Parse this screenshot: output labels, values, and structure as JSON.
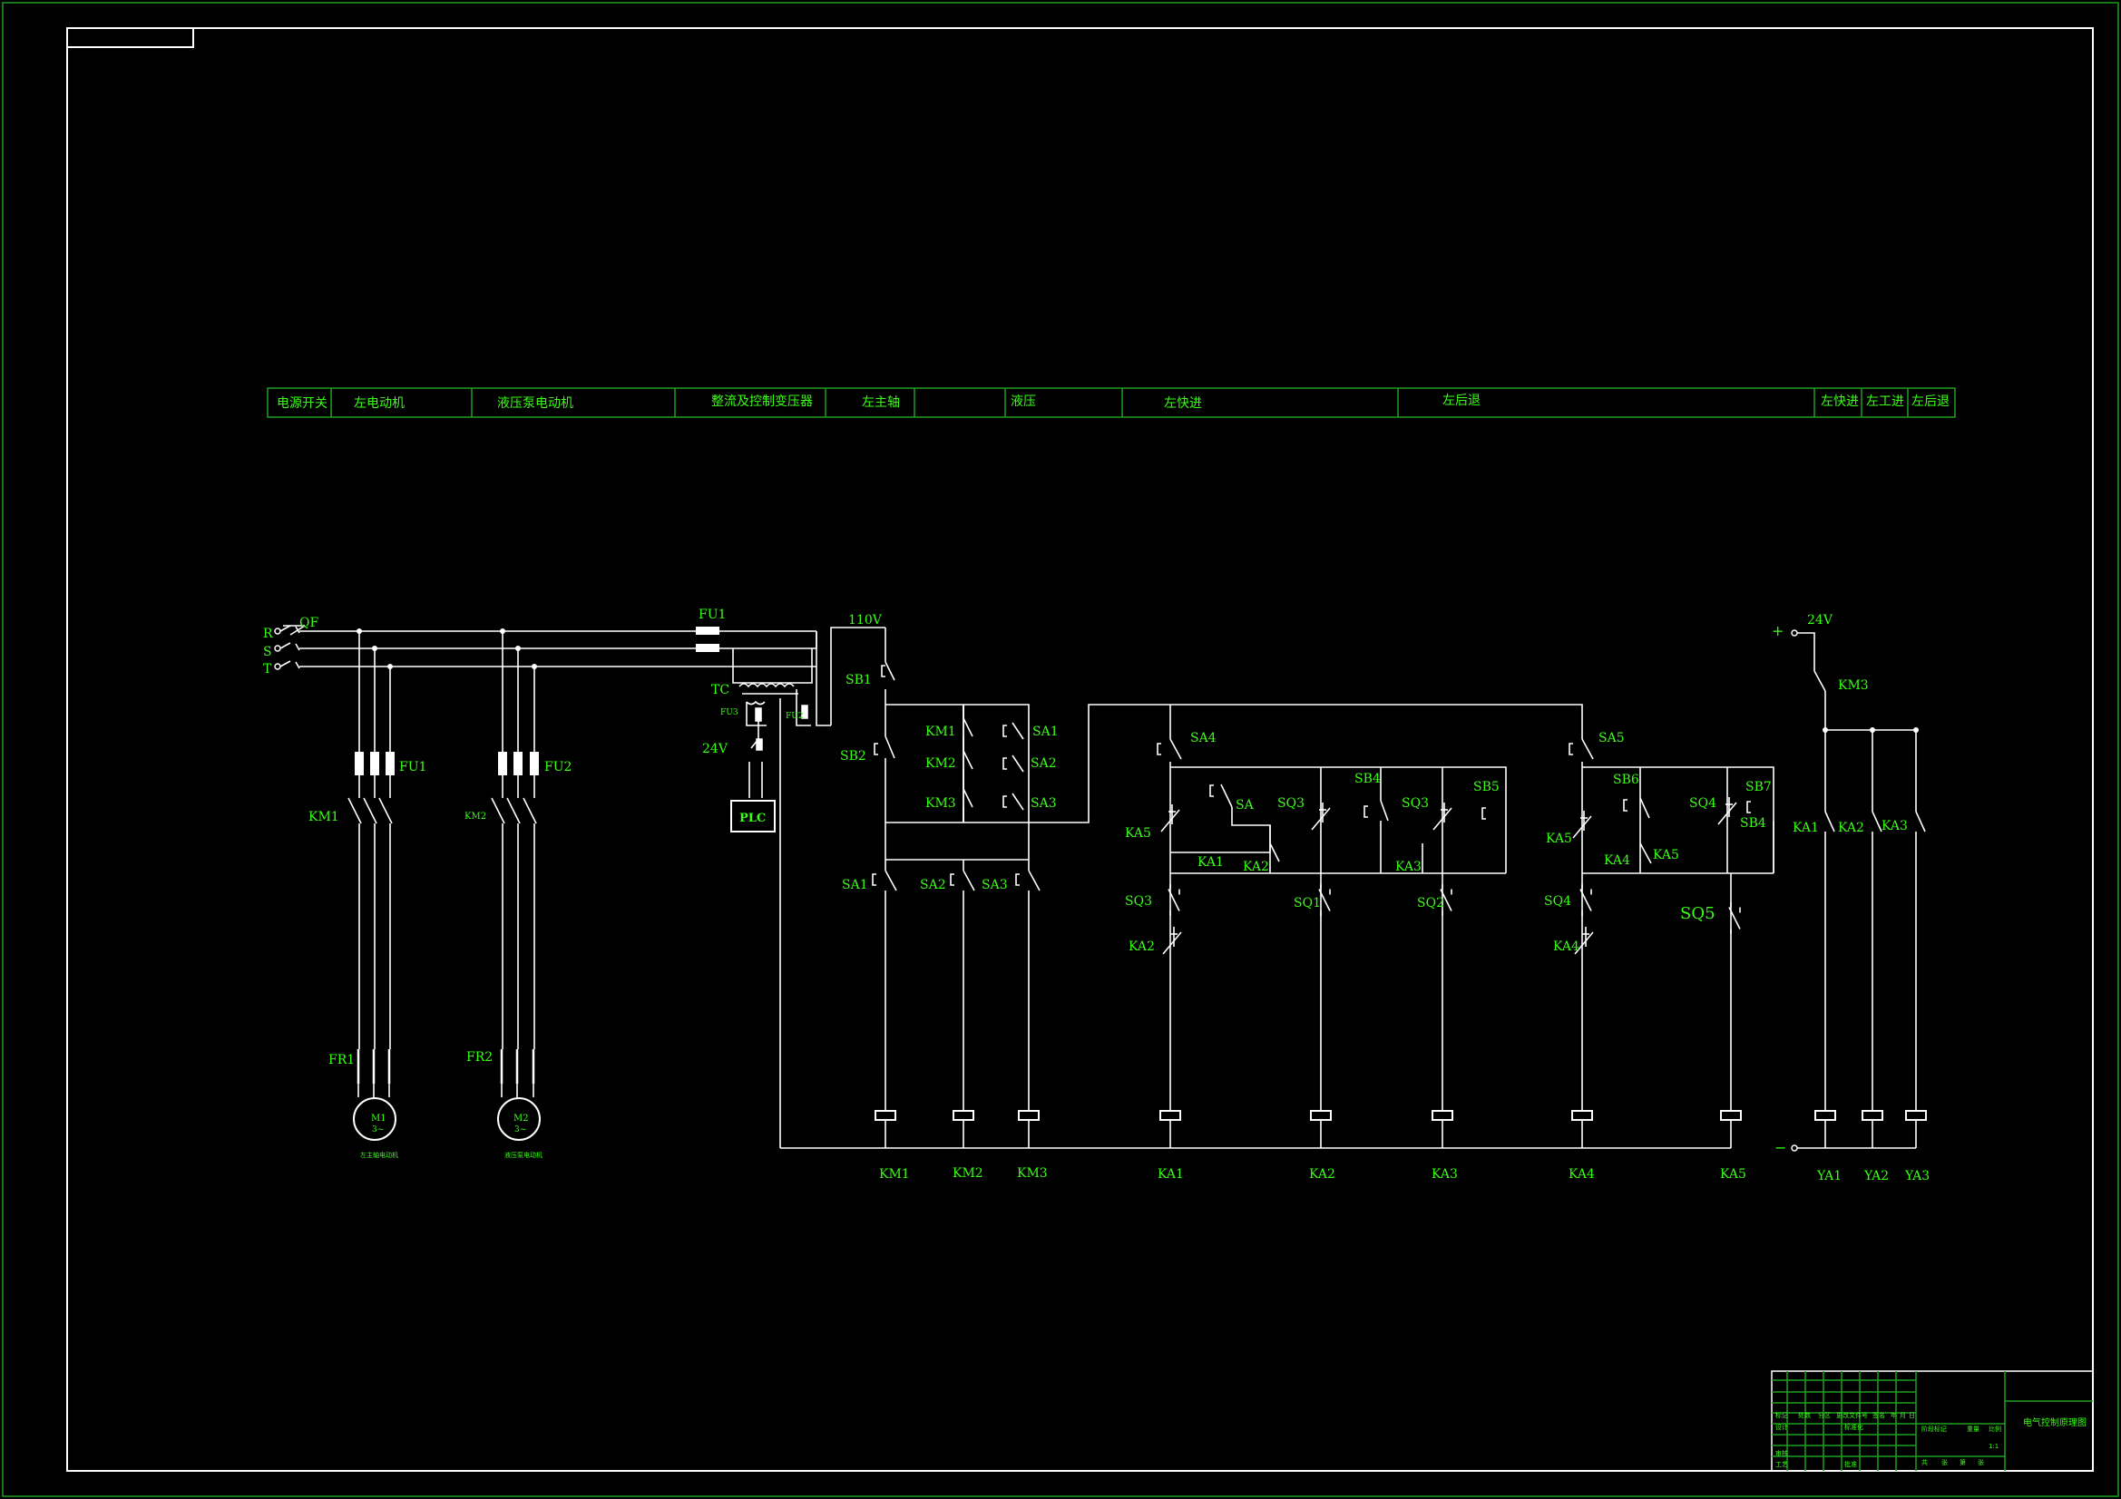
{
  "header_cells": [
    "电源开关",
    "左电动机",
    "液压泵电动机",
    "整流及控制变压器",
    "左主轴",
    "",
    "液压",
    "左快进",
    "左后退",
    "左快进",
    "左工进",
    "左后退"
  ],
  "power": {
    "phases": [
      "R",
      "S",
      "T"
    ],
    "breaker": "QF"
  },
  "motor_circuit": {
    "fuses": [
      "FU1",
      "FU2"
    ],
    "contactors": [
      "KM1",
      "KM2"
    ],
    "relays": [
      "FR1",
      "FR2"
    ],
    "motors": [
      {
        "label": "M1",
        "phase": "3~",
        "caption": "左主轴电动机"
      },
      {
        "label": "M2",
        "phase": "3~",
        "caption": "液压泵电动机"
      }
    ]
  },
  "transformer": {
    "fuse": "FU1",
    "label": "TC",
    "fu3": "FU3",
    "fu2": "FU2",
    "v24": "24V",
    "plc": "PLC",
    "v110": "110V"
  },
  "control_labels": {
    "sb1": "SB1",
    "sb2": "SB2",
    "km1": "KM1",
    "km2": "KM2",
    "km3": "KM3",
    "sa1": "SA1",
    "sa2": "SA2",
    "sa3": "SA3",
    "sa4": "SA4",
    "sa5": "SA5",
    "sa": "SA",
    "ka1": "KA1",
    "ka2": "KA2",
    "ka3": "KA3",
    "ka4": "KA4",
    "ka5": "KA5",
    "sq1": "SQ1",
    "sq2": "SQ2",
    "sq3": "SQ3",
    "sq4": "SQ4",
    "sq5": "SQ5",
    "sb4": "SB4",
    "sb5": "SB5",
    "sb6": "SB6",
    "sb7": "SB7",
    "plus": "+",
    "minus": "−",
    "v24": "24V"
  },
  "coils": [
    "KM1",
    "KM2",
    "KM3",
    "KA1",
    "KA2",
    "KA3",
    "KA4",
    "KA5",
    "YA1",
    "YA2",
    "YA3"
  ],
  "title_block": {
    "drawing_name": "电气控制原理图",
    "row_labels": [
      "标记",
      "设计",
      "审核",
      "工艺"
    ],
    "col_labels": [
      "处数",
      "分区",
      "更改文件号",
      "签名",
      "年",
      "月",
      "日"
    ],
    "mid_labels": [
      "标准化",
      "批准"
    ],
    "right_labels": [
      "阶段标记",
      "重量",
      "比例"
    ],
    "ratio": "1:1",
    "sheet": [
      "共",
      "张",
      "第",
      "张"
    ]
  }
}
